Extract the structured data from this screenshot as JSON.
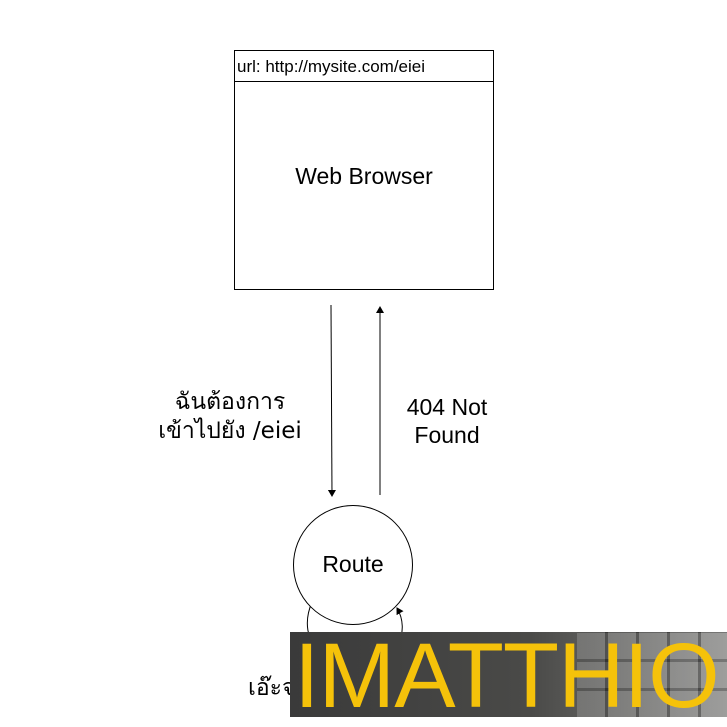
{
  "browser": {
    "url_text": "url: http://mysite.com/eiei",
    "label": "Web Browser"
  },
  "request": {
    "line1": "ฉันต้องการ",
    "line2": "เข้าไปยัง /eiei"
  },
  "response": {
    "line1": "404 Not",
    "line2": "Found"
  },
  "route": {
    "label": "Route"
  },
  "self_loop": {
    "label_visible": "เอ๊ะจ"
  },
  "watermark": {
    "text": "IMATTHIO",
    "color": "#f5c20a"
  },
  "colors": {
    "line": "#000000",
    "background": "#ffffff"
  }
}
